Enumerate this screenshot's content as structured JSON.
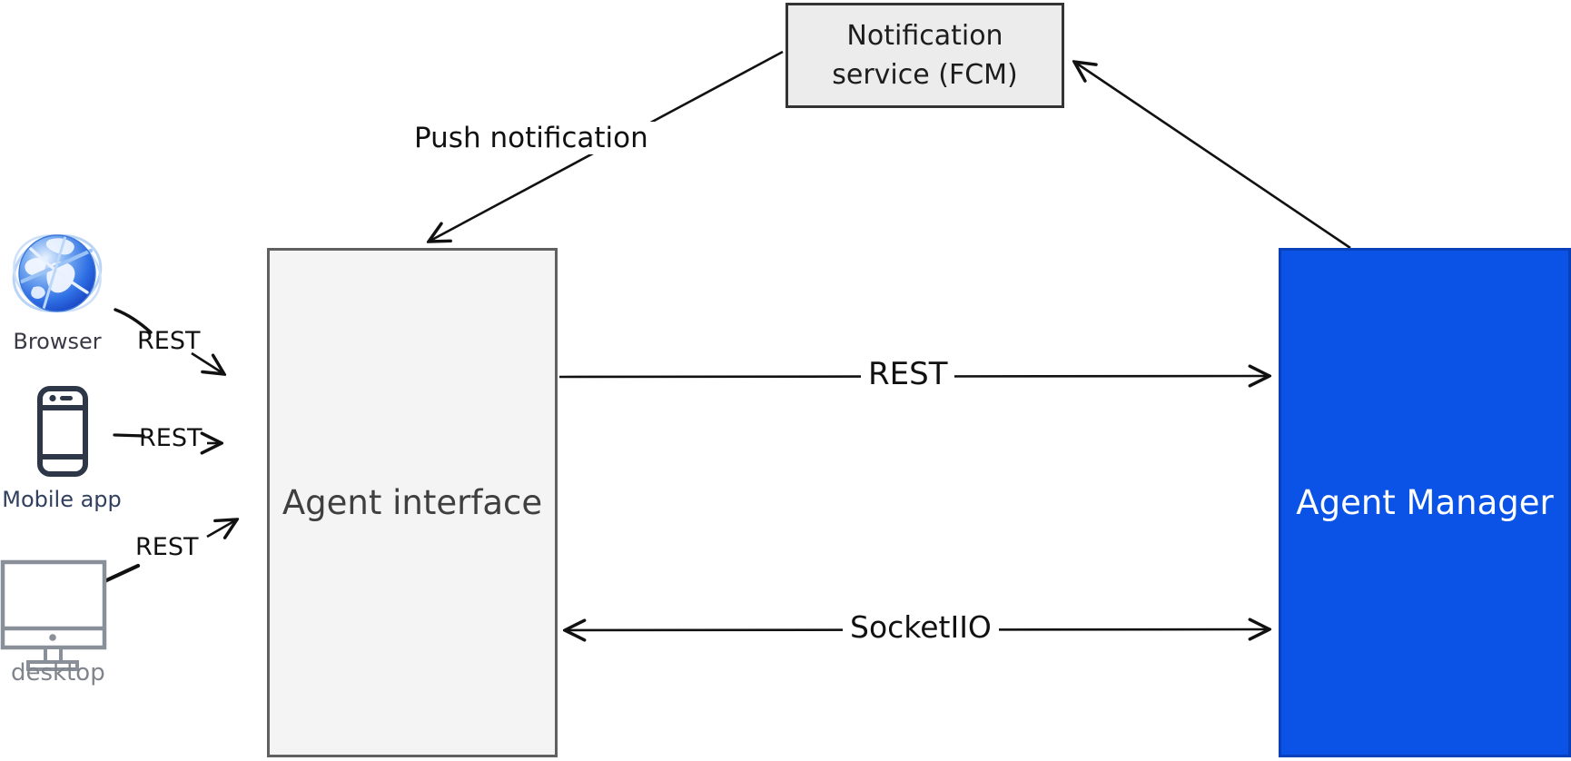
{
  "diagram": {
    "nodes": {
      "notification_service": {
        "label": "Notification service (FCM)"
      },
      "agent_interface": {
        "label": "Agent interface"
      },
      "agent_manager": {
        "label": "Agent Manager"
      }
    },
    "clients": [
      {
        "label": "Browser",
        "icon": "globe-icon"
      },
      {
        "label": "Mobile app",
        "icon": "smartphone-icon"
      },
      {
        "label": "desktop",
        "icon": "monitor-icon"
      }
    ],
    "edges": {
      "push_notification": {
        "label": "Push notification"
      },
      "browser_rest": {
        "label": "REST"
      },
      "mobile_rest": {
        "label": "REST"
      },
      "desktop_rest": {
        "label": "REST"
      },
      "interface_to_manager_rest": {
        "label": "REST"
      },
      "interface_manager_socket": {
        "label": "SocketIIO"
      }
    },
    "colors": {
      "agent_manager_fill": "#0b53e7",
      "agent_manager_border": "#0a41bb",
      "box_fill": "#f4f4f4",
      "box_border": "#606060",
      "notification_fill": "#ececec",
      "notification_border": "#343434",
      "line": "#111111",
      "globe_blue": "#2f6fe4",
      "phone_outline": "#2d3748",
      "monitor_outline": "#8a9099"
    }
  }
}
